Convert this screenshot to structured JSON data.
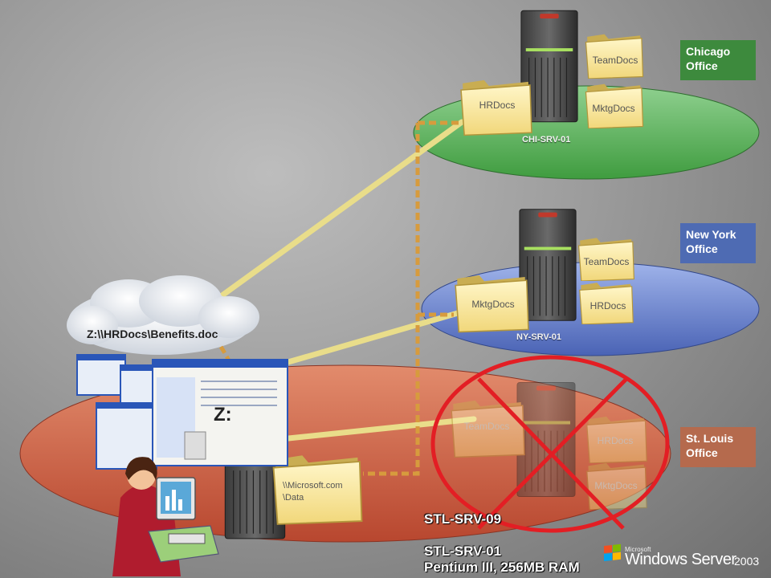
{
  "offices": {
    "chicago": {
      "label": "Chicago Office",
      "color": "#3d8a3d"
    },
    "newyork": {
      "label": "New York Office",
      "color": "#4e6bb3"
    },
    "stlouis": {
      "label": "St. Louis Office",
      "color": "#b56a4d"
    }
  },
  "servers": {
    "chicago": "CHI-SRV-01",
    "newyork": "NY-SRV-01",
    "stlouis_new": "STL-SRV-09",
    "stlouis_old": "STL-SRV-01",
    "stlouis_old_spec": "Pentium III, 256MB RAM"
  },
  "folders": {
    "chi_teamdocs": "TeamDocs",
    "chi_hrdocs": "HRDocs",
    "chi_mktgdocs": "MktgDocs",
    "ny_teamdocs": "TeamDocs",
    "ny_mktgdocs": "MktgDocs",
    "ny_hrdocs": "HRDocs",
    "stl_teamdocs": "TeamDocs",
    "stl_hrdocs": "HRDocs",
    "stl_mktgdocs": "MktgDocs",
    "local_share": "\\\\Microsoft.com\n\\Data"
  },
  "cloud_path": "Z:\\\\HRDocs\\Benefits.doc",
  "drive_letter": "Z:",
  "branding": {
    "vendor": "Microsoft",
    "product": "Windows Server",
    "version": "2003"
  }
}
